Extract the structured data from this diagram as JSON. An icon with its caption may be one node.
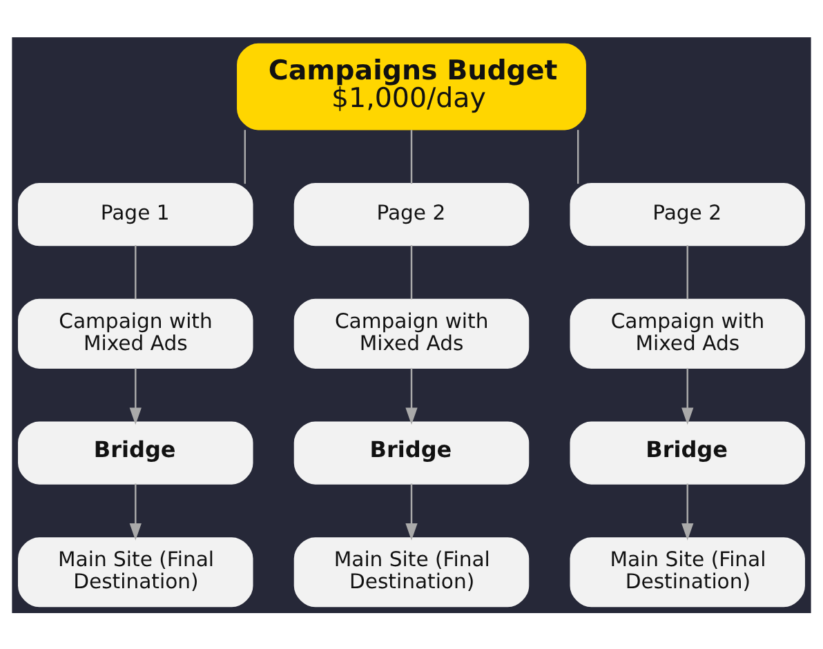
{
  "diagram": {
    "nodes": [
      {
        "text": [
          "Campaigns Budget",
          "$1,000/day"
        ]
      },
      {
        "text": [
          "Page 1"
        ]
      },
      {
        "text": [
          "Page 2"
        ]
      },
      {
        "text": [
          "Page 2"
        ]
      },
      {
        "text": [
          "Campaign with Mixed Ads"
        ]
      },
      {
        "text": [
          "Campaign with Mixed Ads"
        ]
      },
      {
        "text": [
          "Campaign with Mixed Ads"
        ]
      },
      {
        "text": [
          "Bridge"
        ]
      },
      {
        "text": [
          "Bridge"
        ]
      },
      {
        "text": [
          "Bridge"
        ]
      },
      {
        "text": [
          "Main Site (Final Destination)"
        ]
      },
      {
        "text": [
          "Main Site (Final Destination)"
        ]
      },
      {
        "text": [
          "Main Site (Final Destination)"
        ]
      }
    ],
    "edges": [
      {
        "from": 0,
        "to": 1,
        "arrow": "none"
      },
      {
        "from": 0,
        "to": 2,
        "arrow": "none"
      },
      {
        "from": 0,
        "to": 3,
        "arrow": "none"
      },
      {
        "from": 1,
        "to": 4,
        "arrow": "none"
      },
      {
        "from": 2,
        "to": 5,
        "arrow": "none"
      },
      {
        "from": 3,
        "to": 6,
        "arrow": "none"
      },
      {
        "from": 4,
        "to": 7,
        "arrow": "to"
      },
      {
        "from": 5,
        "to": 8,
        "arrow": "to"
      },
      {
        "from": 6,
        "to": 9,
        "arrow": "to"
      },
      {
        "from": 7,
        "to": 10,
        "arrow": "to"
      },
      {
        "from": 8,
        "to": 11,
        "arrow": "to"
      },
      {
        "from": 9,
        "to": 12,
        "arrow": "to"
      }
    ]
  }
}
